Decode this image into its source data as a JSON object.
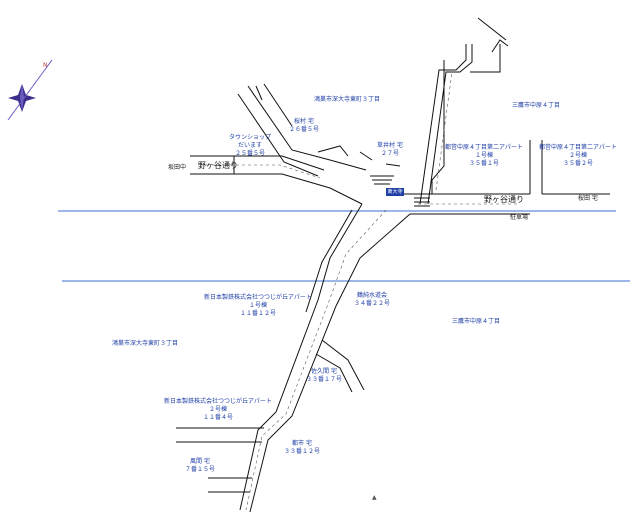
{
  "labels": {
    "area_3chome_top": "鴻巣市深大寺東町３丁目",
    "area_4chome_right": "三鷹市中原４丁目",
    "area_4chome_mid": "三鷹市中原４丁目",
    "area_3chome_left": "鴻巣市深大寺東町３丁目",
    "shop_26_5": "桜村 宅\n２６番５号",
    "shop_townshop": "タウンショップ\nだいます\n２５番５号",
    "house_27": "草井村 宅\n２７号",
    "apt_35_1": "都営中原４丁目第二アパート\n１号棟\n３５番１号",
    "apt_35_2": "都営中原４丁目第二アパート\n２号棟\n３５番２号",
    "apt_11_12": "新日本製鉄株式会社つつじが丘アパート\n１号棟\n１１番１２号",
    "bldg_34_22": "鶴純水道会\n３４番２２号",
    "apt_11_4": "新日本製鉄株式会社つつじが丘アパート\n２号棟\n１１番４号",
    "shop_33_17": "佐久間 宅\n３３番１７号",
    "house_7_15": "風間 宅\n７番１５号",
    "house_33_12": "都市 宅\n３３番１２号",
    "kita_right": "桜田 宅",
    "yukou": "坂田中",
    "oka": "駐車場",
    "road_nonoya_left": "野ヶ谷通り",
    "road_nonoya_right": "野ヶ谷通り",
    "signal": "東大寺通",
    "corner": "▲"
  }
}
